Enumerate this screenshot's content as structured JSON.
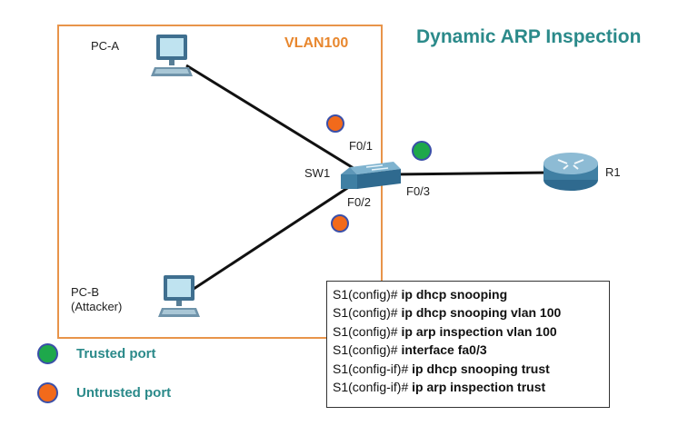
{
  "title": "Dynamic ARP Inspection",
  "vlan_label": "VLAN100",
  "devices": {
    "pc_a": "PC-A",
    "pc_b_line1": "PC-B",
    "pc_b_line2": "(Attacker)",
    "switch": "SW1",
    "router": "R1"
  },
  "ports": {
    "f01": "F0/1",
    "f02": "F0/2",
    "f03": "F0/3"
  },
  "legend": {
    "trusted": "Trusted port",
    "untrusted": "Untrusted port"
  },
  "colors": {
    "vlan_border": "#E8944A",
    "title": "#2B8A8A",
    "trusted_dot": "#1EA84B",
    "untrusted_dot": "#F26A1B",
    "dot_outline": "#3A4FA8"
  },
  "cli": [
    {
      "prompt": "S1(config)#",
      "command": " ip dhcp snooping"
    },
    {
      "prompt": "S1(config)#",
      "command": " ip dhcp snooping vlan 100"
    },
    {
      "prompt": "S1(config)#",
      "command": " ip arp inspection vlan 100"
    },
    {
      "prompt": "S1(config)#",
      "command": " interface fa0/3"
    },
    {
      "prompt": "S1(config-if)#",
      "command": " ip dhcp snooping trust"
    },
    {
      "prompt": "S1(config-if)#",
      "command": " ip arp inspection trust"
    }
  ]
}
